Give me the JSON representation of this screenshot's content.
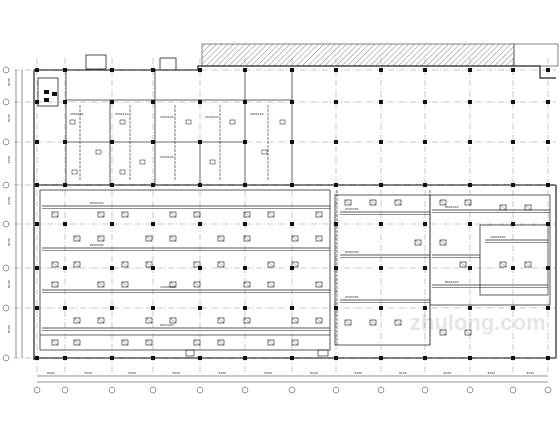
{
  "drawing": {
    "watermark": "zhulong.com",
    "column_dim_labels": [
      "6000",
      "8700",
      "8100",
      "8100",
      "8100",
      "8100",
      "8100",
      "8100",
      "8100",
      "8100",
      "8100",
      "8100",
      "8100",
      "8100",
      "6000"
    ],
    "row_dim_labels": [
      "8100",
      "8100",
      "7200",
      "8100",
      "8100",
      "8100",
      "8100"
    ],
    "room_labels": [
      "250X120",
      "250X120",
      "200X120",
      "250X120",
      "200X120",
      "250X120"
    ],
    "duct_labels": [
      "800X320",
      "800X320",
      "1000X320",
      "800X320",
      "630X320",
      "800X320",
      "630X320",
      "800X320",
      "1000X320",
      "800X320"
    ]
  }
}
